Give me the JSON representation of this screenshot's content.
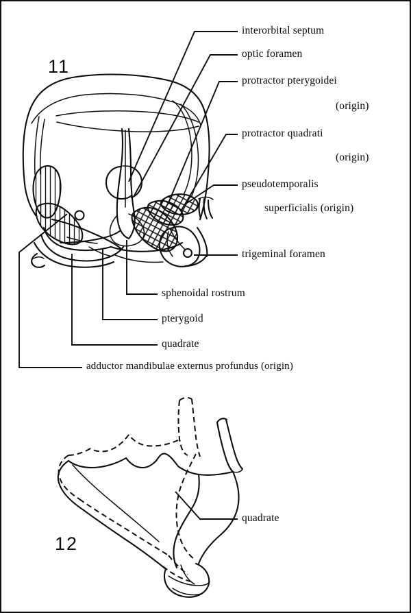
{
  "plate": {
    "figure_11_number": "11",
    "figure_12_number": "12"
  },
  "figure_11": {
    "labels": [
      {
        "key": "interorbital_septum",
        "text": "interorbital septum"
      },
      {
        "key": "optic_foramen",
        "text": "optic foramen"
      },
      {
        "key": "protractor_pterygoidei",
        "text": "protractor pterygoidei"
      },
      {
        "key": "protractor_pterygoidei_origin",
        "text": "(origin)"
      },
      {
        "key": "protractor_quadrati",
        "text": "protractor quadrati"
      },
      {
        "key": "protractor_quadrati_origin",
        "text": "(origin)"
      },
      {
        "key": "pseudotemporalis",
        "text": "pseudotemporalis"
      },
      {
        "key": "pseudotemporalis_superficialis",
        "text": "superficialis (origin)"
      },
      {
        "key": "trigeminal_foramen",
        "text": "trigeminal foramen"
      },
      {
        "key": "sphenoidal_rostrum",
        "text": "sphenoidal rostrum"
      },
      {
        "key": "pterygoid",
        "text": "pterygoid"
      },
      {
        "key": "quadrate",
        "text": "quadrate"
      },
      {
        "key": "adductor_mandibulae",
        "text": "adductor mandibulae externus profundus (origin)"
      }
    ]
  },
  "figure_12": {
    "labels": [
      {
        "key": "quadrate",
        "text": "quadrate"
      }
    ]
  },
  "style": {
    "ink_color": "#0d0d0d",
    "paper_color": "#ffffff"
  }
}
